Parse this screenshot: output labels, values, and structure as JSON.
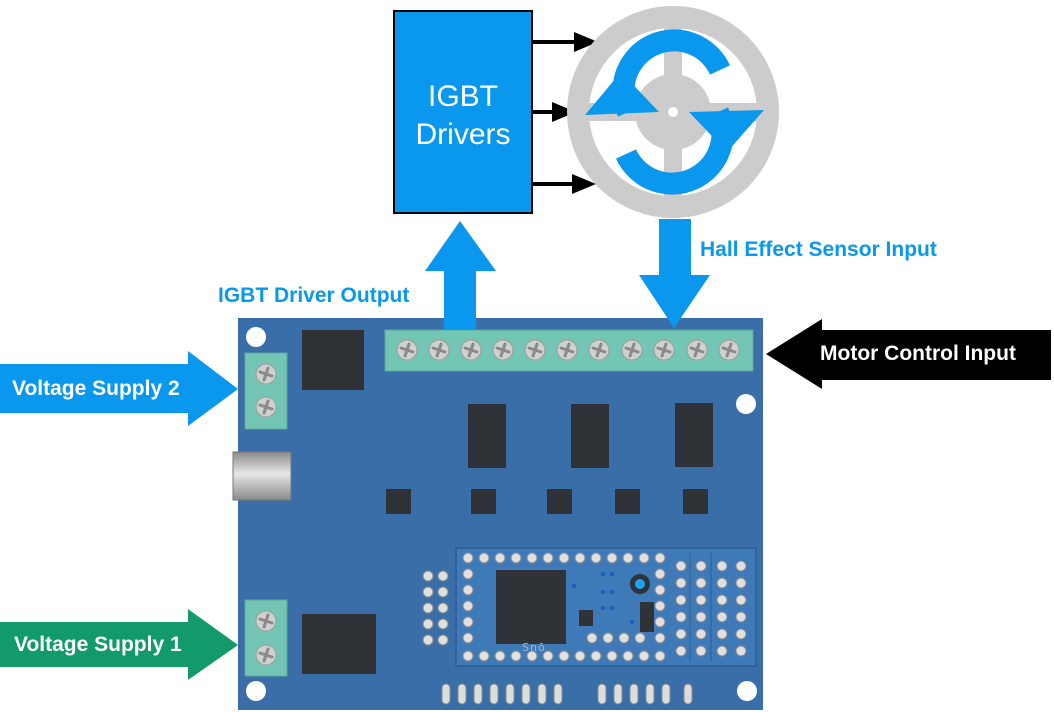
{
  "igbt_block": {
    "line1": "IGBT",
    "line2": "Drivers"
  },
  "labels": {
    "igbt_driver_output": "IGBT Driver Output",
    "hall_effect_sensor_input": "Hall Effect Sensor Input",
    "motor_control_input": "Motor Control Input",
    "voltage_supply_2": "Voltage Supply 2",
    "voltage_supply_1": "Voltage Supply 1"
  },
  "board_marking": "Snō",
  "colors": {
    "accent_blue": "#0a97ee",
    "board_blue": "#3a6ea8",
    "terminal_green": "#74c6b4",
    "supply1_green": "#139a6a",
    "black": "#000000",
    "motor_gray": "#cccccc"
  },
  "icons": {
    "motor": "rotation-arrows-icon"
  }
}
